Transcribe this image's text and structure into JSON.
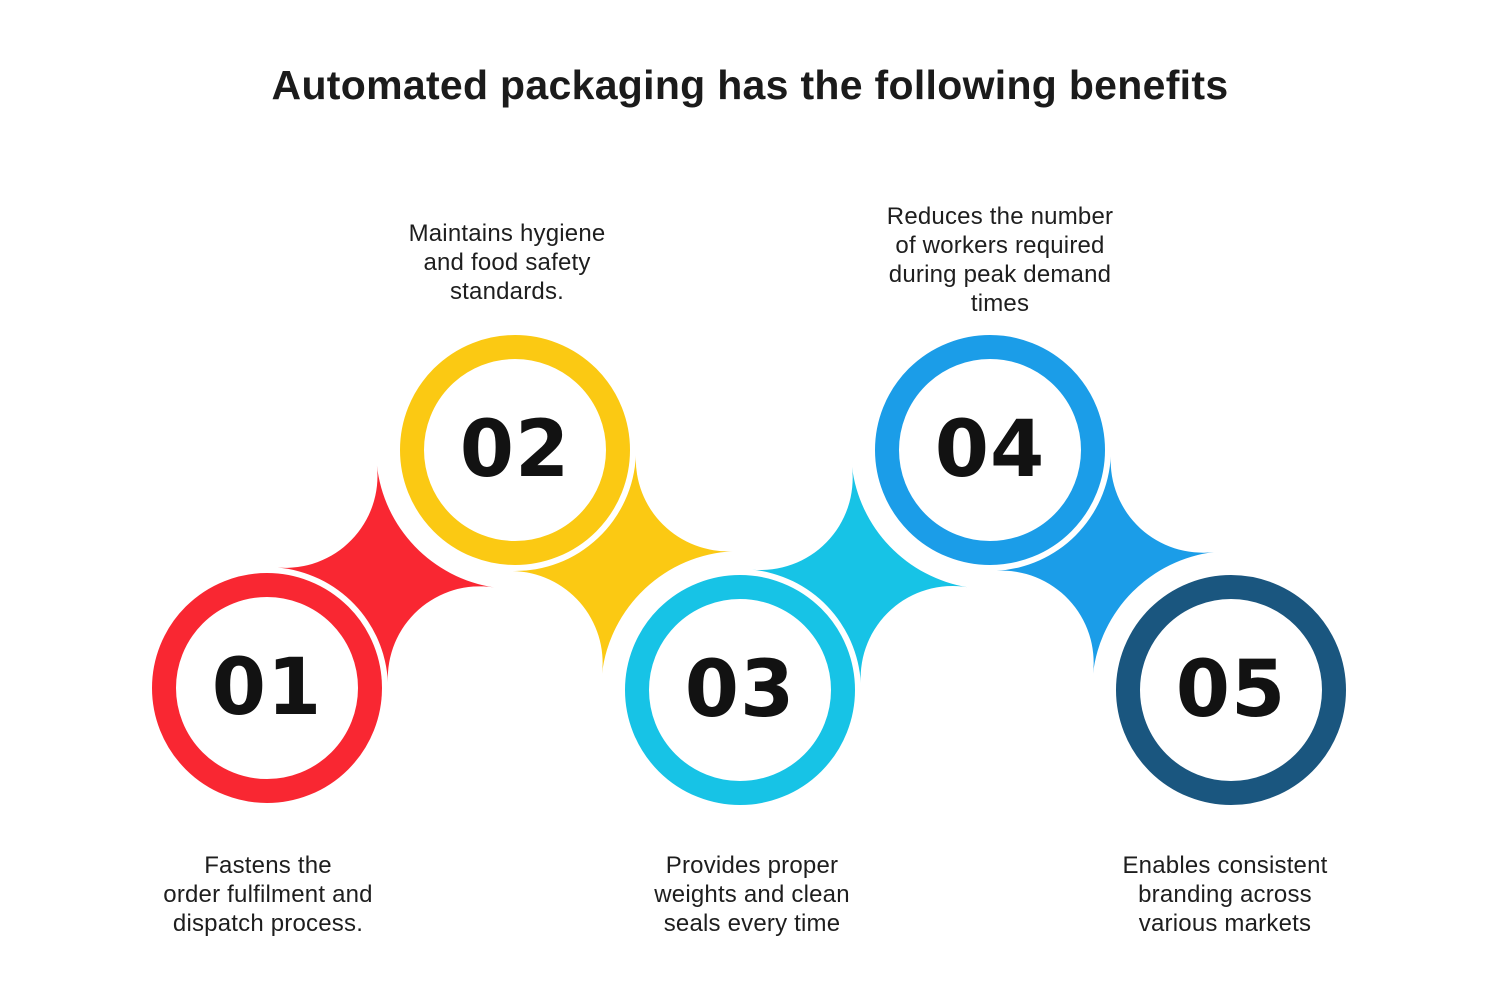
{
  "title": "Automated packaging has the following benefits",
  "background_color": "#FFFFFF",
  "text_color": "#1E1E1E",
  "number_color": "#121212",
  "items": [
    {
      "number": "01",
      "color": "#F92732",
      "label_position": "below",
      "description": "Fastens the\norder fulfilment and\ndispatch process."
    },
    {
      "number": "02",
      "color": "#FBC913",
      "label_position": "above",
      "description": "Maintains hygiene\nand food safety\nstandards."
    },
    {
      "number": "03",
      "color": "#17C3E6",
      "label_position": "below",
      "description": "Provides proper\nweights and clean\nseals every time"
    },
    {
      "number": "04",
      "color": "#1B9DE8",
      "label_position": "above",
      "description": "Reduces the number\nof workers required\nduring peak demand\ntimes"
    },
    {
      "number": "05",
      "color": "#1A567F",
      "label_position": "below",
      "description": "Enables consistent\nbranding across\nvarious markets"
    }
  ]
}
